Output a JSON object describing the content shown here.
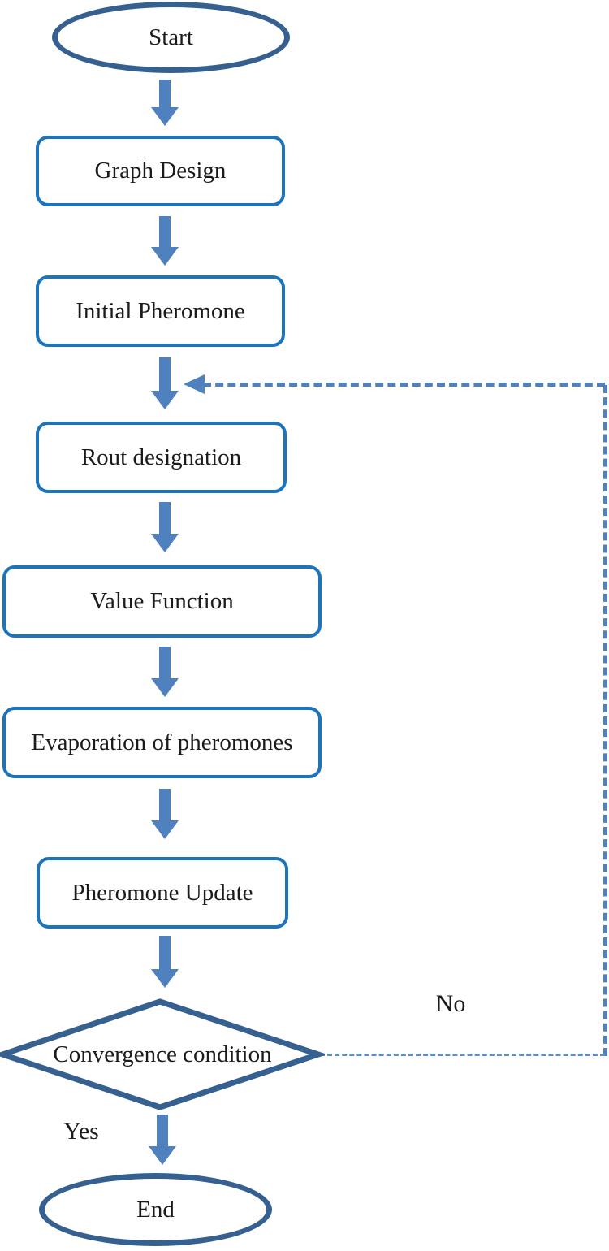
{
  "diagram": {
    "type": "flowchart",
    "nodes": [
      {
        "id": "start",
        "shape": "ellipse",
        "label": "Start"
      },
      {
        "id": "graph-design",
        "shape": "rounded-rect",
        "label": "Graph Design"
      },
      {
        "id": "initial-pheromone",
        "shape": "rounded-rect",
        "label": "Initial Pheromone"
      },
      {
        "id": "rout-designation",
        "shape": "rounded-rect",
        "label": "Rout designation"
      },
      {
        "id": "value-function",
        "shape": "rounded-rect",
        "label": "Value Function"
      },
      {
        "id": "evaporation",
        "shape": "rounded-rect",
        "label": "Evaporation of pheromones"
      },
      {
        "id": "pheromone-update",
        "shape": "rounded-rect",
        "label": "Pheromone Update"
      },
      {
        "id": "convergence",
        "shape": "diamond",
        "label": "Convergence condition"
      },
      {
        "id": "end",
        "shape": "ellipse",
        "label": "End"
      }
    ],
    "edges": [
      {
        "from": "start",
        "to": "graph-design",
        "style": "solid-arrow"
      },
      {
        "from": "graph-design",
        "to": "initial-pheromone",
        "style": "solid-arrow"
      },
      {
        "from": "initial-pheromone",
        "to": "rout-designation",
        "style": "solid-arrow"
      },
      {
        "from": "rout-designation",
        "to": "value-function",
        "style": "solid-arrow"
      },
      {
        "from": "value-function",
        "to": "evaporation",
        "style": "solid-arrow"
      },
      {
        "from": "evaporation",
        "to": "pheromone-update",
        "style": "solid-arrow"
      },
      {
        "from": "pheromone-update",
        "to": "convergence",
        "style": "solid-arrow"
      },
      {
        "from": "convergence",
        "to": "rout-designation",
        "style": "dashed-feedback",
        "label": "No"
      },
      {
        "from": "convergence",
        "to": "end",
        "style": "solid-arrow",
        "label": "Yes"
      }
    ],
    "edge_labels": {
      "no": "No",
      "yes": "Yes"
    },
    "colors": {
      "terminal_border": "#36608F",
      "diamond_border": "#36608F",
      "process_border": "#1B74BC",
      "arrow_fill": "#4E81BD",
      "dashed_line": "#4E81BD",
      "dashed_thin_line": "#5C8CC6",
      "text": "#1b1b1b",
      "background": "#ffffff"
    }
  }
}
